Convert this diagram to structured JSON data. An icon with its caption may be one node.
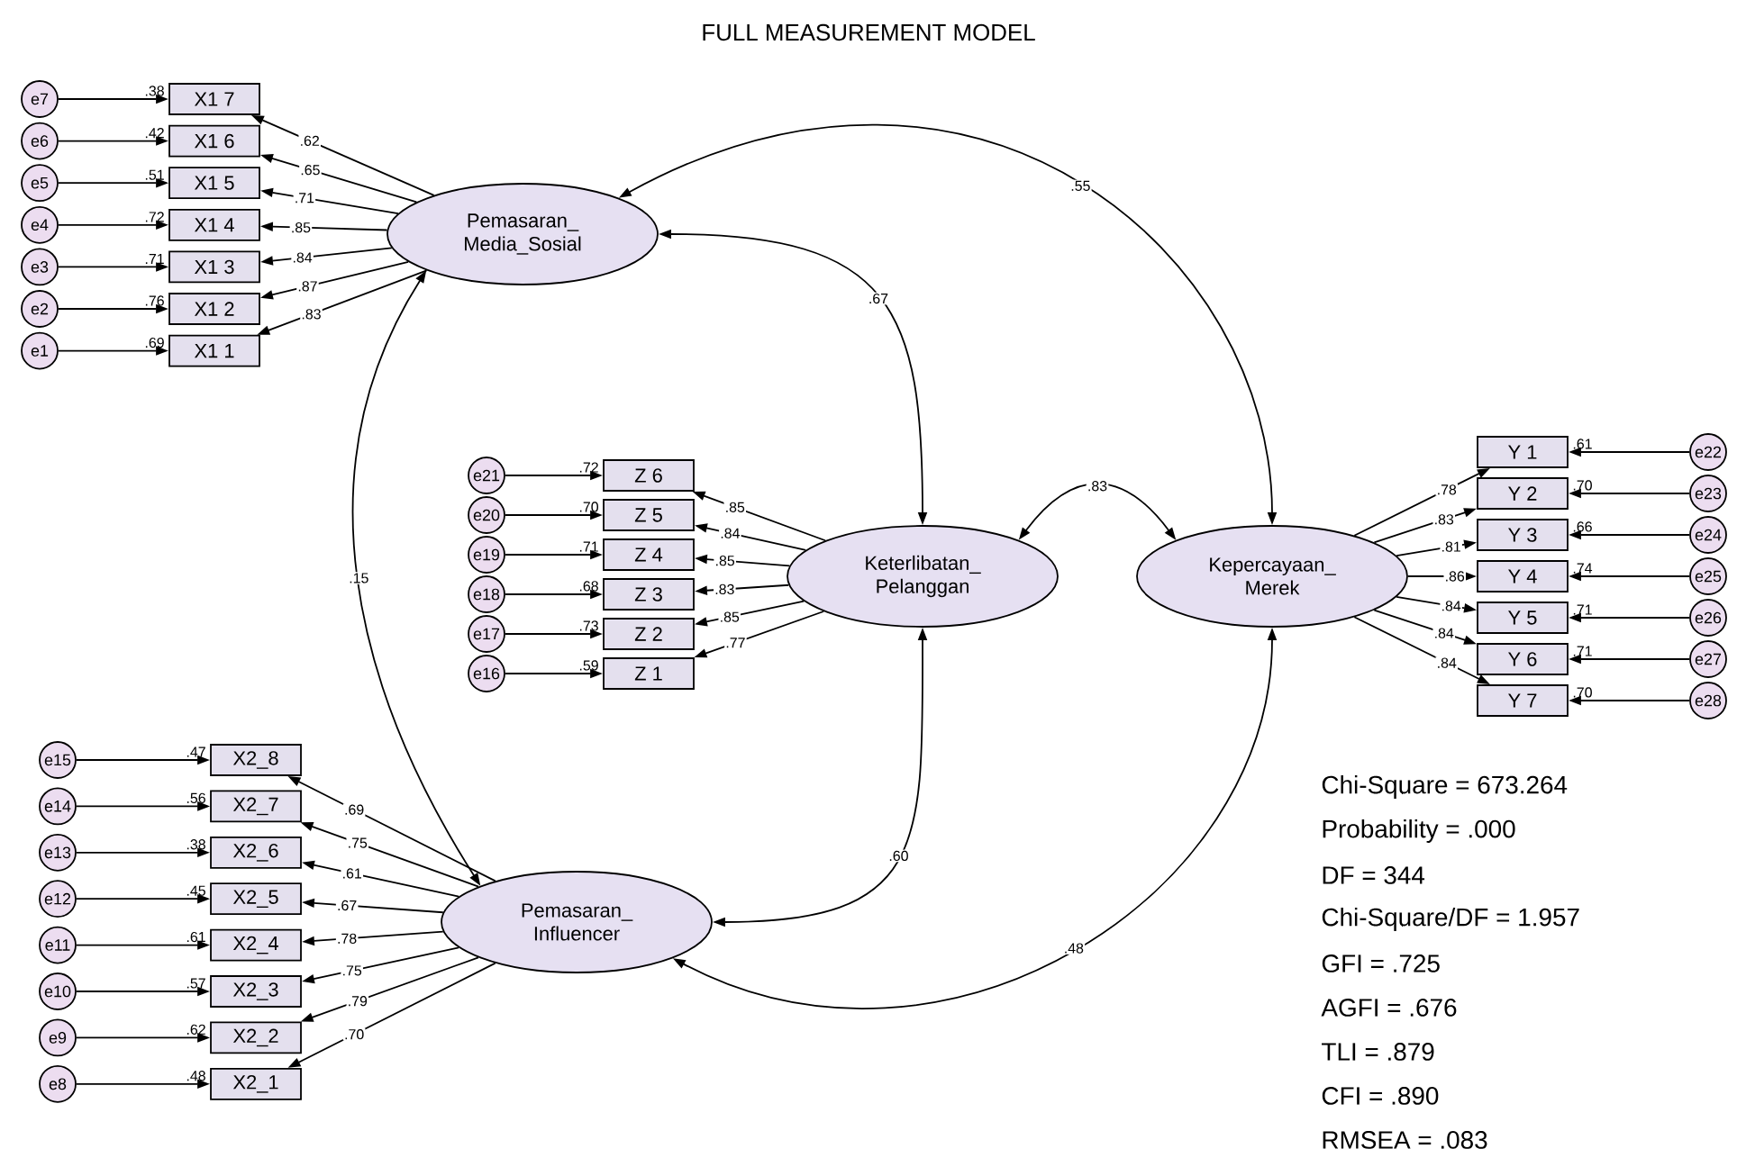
{
  "diagram": {
    "title": "FULL MEASUREMENT MODEL",
    "nodes": [
      {
        "text": [
          "Pemasaran_ Media_Sosial"
        ]
      },
      {
        "text": [
          "X1 7"
        ],
        "beside": [
          ".38"
        ]
      },
      {
        "text": [
          "X1 6"
        ],
        "beside": [
          ".42"
        ]
      },
      {
        "text": [
          "X1 5"
        ],
        "beside": [
          ".51"
        ]
      },
      {
        "text": [
          "X1 4"
        ],
        "beside": [
          ".72"
        ]
      },
      {
        "text": [
          "X1 3"
        ],
        "beside": [
          ".71"
        ]
      },
      {
        "text": [
          "X1 2"
        ],
        "beside": [
          ".76"
        ]
      },
      {
        "text": [
          "X1 1"
        ],
        "beside": [
          ".69"
        ]
      },
      {
        "text": [
          "e7"
        ]
      },
      {
        "text": [
          "e6"
        ]
      },
      {
        "text": [
          "e5"
        ]
      },
      {
        "text": [
          "e4"
        ]
      },
      {
        "text": [
          "e3"
        ]
      },
      {
        "text": [
          "e2"
        ]
      },
      {
        "text": [
          "e1"
        ]
      },
      {
        "text": [
          "Keterlibatan_ Pelanggan"
        ]
      },
      {
        "text": [
          "Z 6"
        ],
        "beside": [
          ".72"
        ]
      },
      {
        "text": [
          "Z 5"
        ],
        "beside": [
          ".70"
        ]
      },
      {
        "text": [
          "Z 4"
        ],
        "beside": [
          ".71"
        ]
      },
      {
        "text": [
          "Z 3"
        ],
        "beside": [
          ".68"
        ]
      },
      {
        "text": [
          "Z 2"
        ],
        "beside": [
          ".73"
        ]
      },
      {
        "text": [
          "Z 1"
        ],
        "beside": [
          ".59"
        ]
      },
      {
        "text": [
          "e21"
        ]
      },
      {
        "text": [
          "e20"
        ]
      },
      {
        "text": [
          "e19"
        ]
      },
      {
        "text": [
          "e18"
        ]
      },
      {
        "text": [
          "e17"
        ]
      },
      {
        "text": [
          "e16"
        ]
      },
      {
        "text": [
          "Kepercayaan_ Merek"
        ]
      },
      {
        "text": [
          "Y 1"
        ],
        "beside": [
          ".61"
        ]
      },
      {
        "text": [
          "Y 2"
        ],
        "beside": [
          ".70"
        ]
      },
      {
        "text": [
          "Y 3"
        ],
        "beside": [
          ".66"
        ]
      },
      {
        "text": [
          "Y 4"
        ],
        "beside": [
          ".74"
        ]
      },
      {
        "text": [
          "Y 5"
        ],
        "beside": [
          ".71"
        ]
      },
      {
        "text": [
          "Y 6"
        ],
        "beside": [
          ".71"
        ]
      },
      {
        "text": [
          "Y 7"
        ],
        "beside": [
          ".70"
        ]
      },
      {
        "text": [
          "e22"
        ]
      },
      {
        "text": [
          "e23"
        ]
      },
      {
        "text": [
          "e24"
        ]
      },
      {
        "text": [
          "e25"
        ]
      },
      {
        "text": [
          "e26"
        ]
      },
      {
        "text": [
          "e27"
        ]
      },
      {
        "text": [
          "e28"
        ]
      },
      {
        "text": [
          "Pemasaran_ Influencer"
        ]
      },
      {
        "text": [
          "X2_8"
        ],
        "beside": [
          ".47"
        ]
      },
      {
        "text": [
          "X2_7"
        ],
        "beside": [
          ".56"
        ]
      },
      {
        "text": [
          "X2_6"
        ],
        "beside": [
          ".38"
        ]
      },
      {
        "text": [
          "X2_5"
        ],
        "beside": [
          ".45"
        ]
      },
      {
        "text": [
          "X2_4"
        ],
        "beside": [
          ".61"
        ]
      },
      {
        "text": [
          "X2_3"
        ],
        "beside": [
          ".57"
        ]
      },
      {
        "text": [
          "X2_2"
        ],
        "beside": [
          ".62"
        ]
      },
      {
        "text": [
          "X2_1"
        ],
        "beside": [
          ".48"
        ]
      },
      {
        "text": [
          "e15"
        ]
      },
      {
        "text": [
          "e14"
        ]
      },
      {
        "text": [
          "e13"
        ]
      },
      {
        "text": [
          "e12"
        ]
      },
      {
        "text": [
          "e11"
        ]
      },
      {
        "text": [
          "e10"
        ]
      },
      {
        "text": [
          "e9"
        ]
      },
      {
        "text": [
          "e8"
        ]
      }
    ],
    "edges": [
      {
        "from": 0,
        "to": 1,
        "arrow": "to",
        "label": ".62"
      },
      {
        "from": 0,
        "to": 2,
        "arrow": "to",
        "label": ".65"
      },
      {
        "from": 0,
        "to": 3,
        "arrow": "to",
        "label": ".71"
      },
      {
        "from": 0,
        "to": 4,
        "arrow": "to",
        "label": ".85"
      },
      {
        "from": 0,
        "to": 5,
        "arrow": "to",
        "label": ".84"
      },
      {
        "from": 0,
        "to": 6,
        "arrow": "to",
        "label": ".87"
      },
      {
        "from": 0,
        "to": 7,
        "arrow": "to",
        "label": ".83"
      },
      {
        "from": 8,
        "to": 1,
        "arrow": "to"
      },
      {
        "from": 9,
        "to": 2,
        "arrow": "to"
      },
      {
        "from": 10,
        "to": 3,
        "arrow": "to"
      },
      {
        "from": 11,
        "to": 4,
        "arrow": "to"
      },
      {
        "from": 12,
        "to": 5,
        "arrow": "to"
      },
      {
        "from": 13,
        "to": 6,
        "arrow": "to"
      },
      {
        "from": 14,
        "to": 7,
        "arrow": "to"
      },
      {
        "from": 15,
        "to": 16,
        "arrow": "to",
        "label": ".85"
      },
      {
        "from": 15,
        "to": 17,
        "arrow": "to",
        "label": ".84"
      },
      {
        "from": 15,
        "to": 18,
        "arrow": "to",
        "label": ".85"
      },
      {
        "from": 15,
        "to": 19,
        "arrow": "to",
        "label": ".83"
      },
      {
        "from": 15,
        "to": 20,
        "arrow": "to",
        "label": ".85"
      },
      {
        "from": 15,
        "to": 21,
        "arrow": "to",
        "label": ".77"
      },
      {
        "from": 22,
        "to": 16,
        "arrow": "to"
      },
      {
        "from": 23,
        "to": 17,
        "arrow": "to"
      },
      {
        "from": 24,
        "to": 18,
        "arrow": "to"
      },
      {
        "from": 25,
        "to": 19,
        "arrow": "to"
      },
      {
        "from": 26,
        "to": 20,
        "arrow": "to"
      },
      {
        "from": 27,
        "to": 21,
        "arrow": "to"
      },
      {
        "from": 28,
        "to": 29,
        "arrow": "to",
        "label": ".78"
      },
      {
        "from": 28,
        "to": 30,
        "arrow": "to",
        "label": ".83"
      },
      {
        "from": 28,
        "to": 31,
        "arrow": "to",
        "label": ".81"
      },
      {
        "from": 28,
        "to": 32,
        "arrow": "to",
        "label": ".86"
      },
      {
        "from": 28,
        "to": 33,
        "arrow": "to",
        "label": ".84"
      },
      {
        "from": 28,
        "to": 34,
        "arrow": "to",
        "label": ".84"
      },
      {
        "from": 28,
        "to": 35,
        "arrow": "to",
        "label": ".84"
      },
      {
        "from": 36,
        "to": 29,
        "arrow": "to"
      },
      {
        "from": 37,
        "to": 30,
        "arrow": "to"
      },
      {
        "from": 38,
        "to": 31,
        "arrow": "to"
      },
      {
        "from": 39,
        "to": 32,
        "arrow": "to"
      },
      {
        "from": 40,
        "to": 33,
        "arrow": "to"
      },
      {
        "from": 41,
        "to": 34,
        "arrow": "to"
      },
      {
        "from": 42,
        "to": 35,
        "arrow": "to"
      },
      {
        "from": 43,
        "to": 44,
        "arrow": "to",
        "label": ".69"
      },
      {
        "from": 43,
        "to": 45,
        "arrow": "to",
        "label": ".75"
      },
      {
        "from": 43,
        "to": 46,
        "arrow": "to",
        "label": ".61"
      },
      {
        "from": 43,
        "to": 47,
        "arrow": "to",
        "label": ".67"
      },
      {
        "from": 43,
        "to": 48,
        "arrow": "to",
        "label": ".78"
      },
      {
        "from": 43,
        "to": 49,
        "arrow": "to",
        "label": ".75"
      },
      {
        "from": 43,
        "to": 50,
        "arrow": "to",
        "label": ".79"
      },
      {
        "from": 43,
        "to": 51,
        "arrow": "to",
        "label": ".70"
      },
      {
        "from": 52,
        "to": 44,
        "arrow": "to"
      },
      {
        "from": 53,
        "to": 45,
        "arrow": "to"
      },
      {
        "from": 54,
        "to": 46,
        "arrow": "to"
      },
      {
        "from": 55,
        "to": 47,
        "arrow": "to"
      },
      {
        "from": 56,
        "to": 48,
        "arrow": "to"
      },
      {
        "from": 57,
        "to": 49,
        "arrow": "to"
      },
      {
        "from": 58,
        "to": 50,
        "arrow": "to"
      },
      {
        "from": 59,
        "to": 51,
        "arrow": "to"
      },
      {
        "from": 0,
        "to": 28,
        "arrow": "both",
        "label": ".55"
      },
      {
        "from": 0,
        "to": 15,
        "arrow": "both",
        "label": ".67"
      },
      {
        "from": 15,
        "to": 28,
        "arrow": "both",
        "label": ".83"
      },
      {
        "from": 0,
        "to": 43,
        "arrow": "both",
        "label": ".15"
      },
      {
        "from": 43,
        "to": 15,
        "arrow": "both",
        "label": ".60"
      },
      {
        "from": 43,
        "to": 28,
        "arrow": "both",
        "label": ".48"
      }
    ],
    "labels": [
      "Chi-Square = 673.264",
      "Probability = .000",
      "DF = 344",
      "Chi-Square/DF = 1.957",
      "GFI = .725",
      "AGFI = .676",
      "TLI = .879",
      "CFI = .890",
      "RMSEA = .083"
    ]
  }
}
